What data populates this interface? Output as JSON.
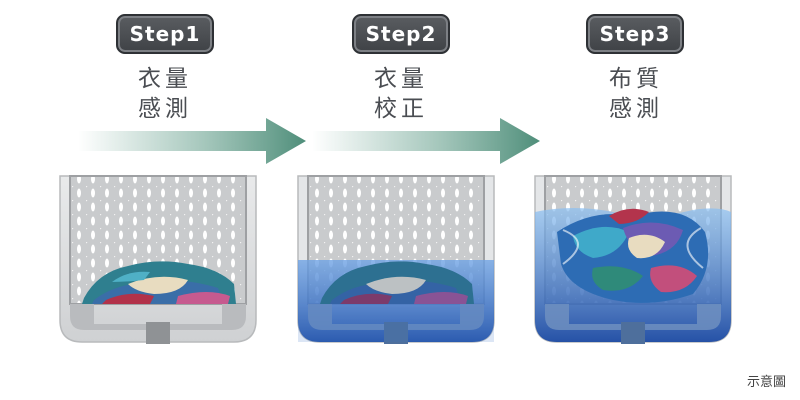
{
  "steps": [
    {
      "badge": "Step1",
      "line1": "衣量",
      "line2": "感測",
      "water": "none"
    },
    {
      "badge": "Step2",
      "line1": "衣量",
      "line2": "校正",
      "water": "low"
    },
    {
      "badge": "Step3",
      "line1": "布質",
      "line2": "感測",
      "water": "high"
    }
  ],
  "caption": "示意圖",
  "colors": {
    "badge_bg": "#4a4d52",
    "arrow": "#5d9a86",
    "water": "#3b73c7",
    "text": "#4a4d52"
  }
}
